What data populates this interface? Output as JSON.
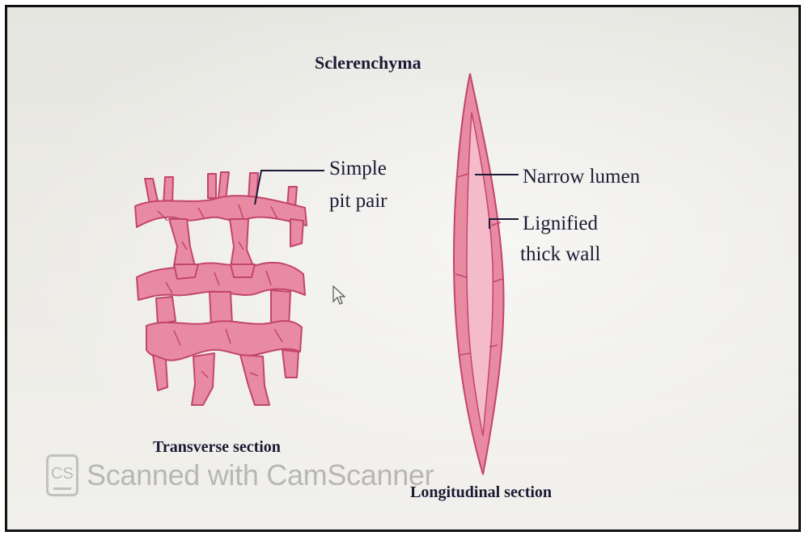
{
  "diagram": {
    "title": "Sclerenchyma",
    "labels": {
      "simple_pit_line1": "Simple",
      "simple_pit_line2": "pit pair",
      "narrow_lumen": "Narrow lumen",
      "lignified_line1": "Lignified",
      "lignified_line2": "thick wall",
      "transverse_section": "Transverse section",
      "longitudinal_section": "Longitudinal section"
    },
    "colors": {
      "tissue_fill": "#e98aa3",
      "tissue_stroke": "#c2456b",
      "label_text": "#1c1a33",
      "leader_line": "#1c1a33"
    }
  },
  "watermark": {
    "logo_text": "CS",
    "text": "Scanned with CamScanner"
  },
  "icons": {
    "cursor": "mouse-pointer-icon"
  }
}
